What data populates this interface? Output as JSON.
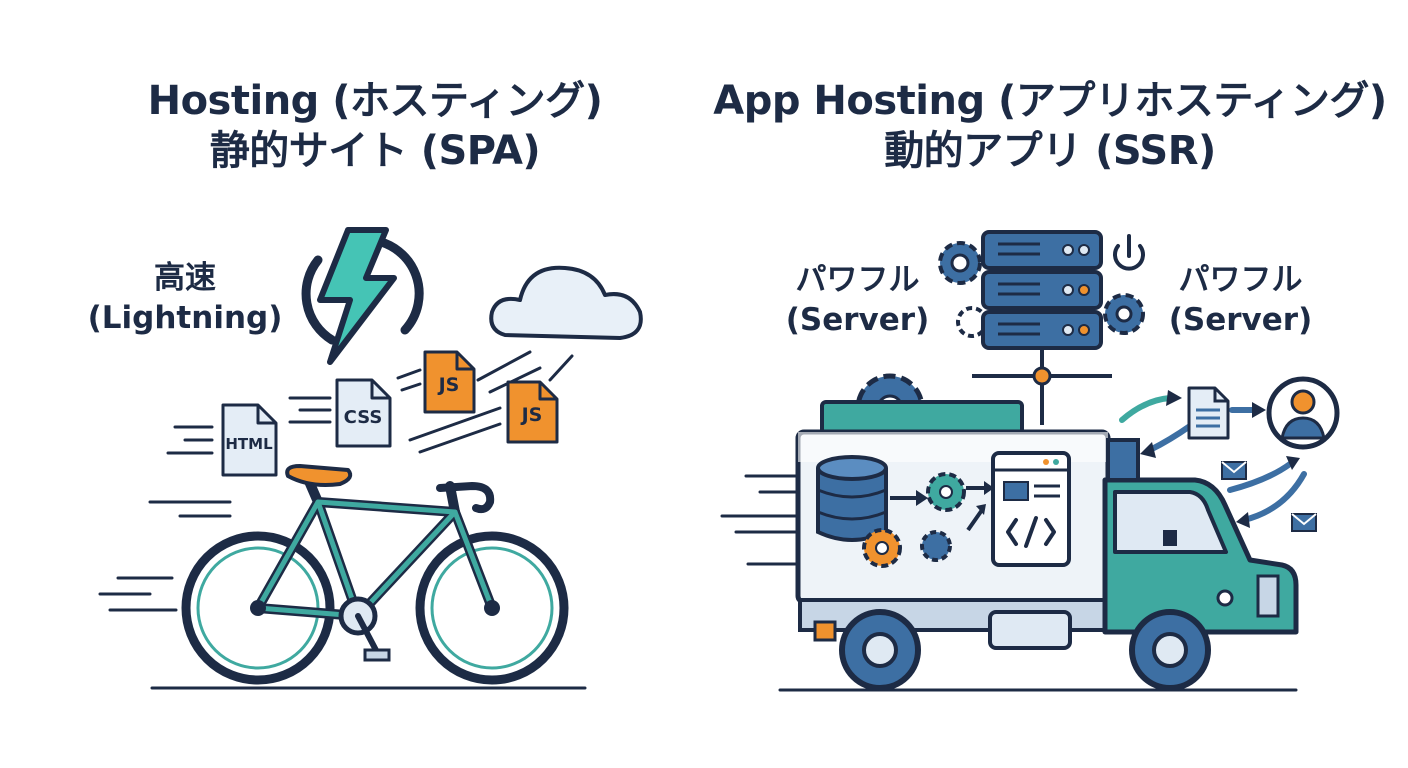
{
  "left": {
    "title_line1": "Hosting (ホスティング)",
    "title_line2": "静的サイト (SPA)",
    "speed_line1": "高速",
    "speed_line2": "(Lightning)",
    "files": {
      "html": "HTML",
      "css": "CSS",
      "js": "JS"
    }
  },
  "right": {
    "title_line1": "App Hosting (アプリホスティング)",
    "title_line2": "動的アプリ (SSR)",
    "power_left_line1": "パワフル",
    "power_left_line2": "(Server)",
    "power_right_line1": "パワフル",
    "power_right_line2": "(Server)"
  },
  "colors": {
    "navy": "#1d2b45",
    "teal": "#3fa9a0",
    "orange": "#f0922e",
    "blue": "#3d6fa3",
    "lightblue": "#dfe9f3"
  },
  "icons": [
    "lightning-icon",
    "cloud-icon",
    "bicycle-icon",
    "server-rack-icon",
    "power-icon",
    "gear-icon",
    "truck-icon",
    "database-icon",
    "code-window-icon",
    "document-icon",
    "user-icon",
    "mail-icon"
  ]
}
